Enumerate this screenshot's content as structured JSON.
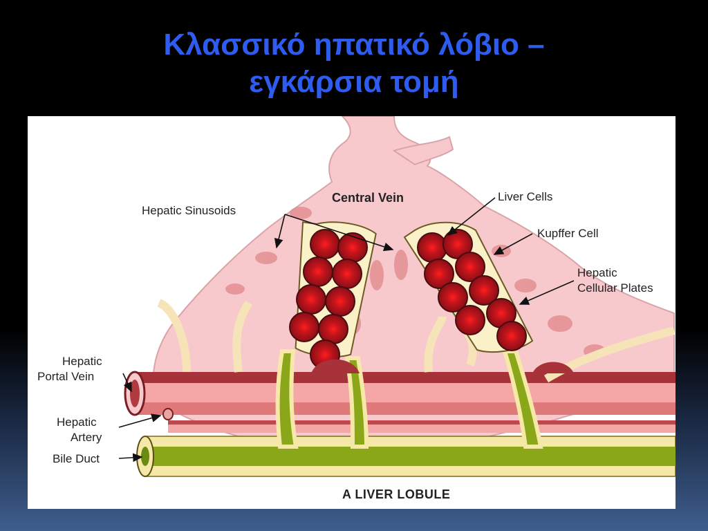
{
  "title": {
    "line1": "Κλασσικό ηπατικό λόβιο –",
    "line2": "εγκάρσια τομή"
  },
  "figure": {
    "caption": "A LIVER LOBULE",
    "labels": {
      "central_vein": "Central Vein",
      "hepatic_sinusoids": "Hepatic Sinusoids",
      "liver_cells": "Liver Cells",
      "kupffer_cell": "Kupffer Cell",
      "hepatic_cellular_plates_1": "Hepatic",
      "hepatic_cellular_plates_2": "Cellular Plates",
      "hepatic_portal_vein_1": "Hepatic",
      "hepatic_portal_vein_2": "Portal Vein",
      "hepatic_artery_1": "Hepatic",
      "hepatic_artery_2": "Artery",
      "bile_duct": "Bile Duct"
    },
    "colors": {
      "vein_pink": "#f7c9cd",
      "vessel_dark": "#b03a3e",
      "cell_red": "#a3121c",
      "plate_cream": "#fbf1c8",
      "bile_green": "#8aa619"
    }
  }
}
